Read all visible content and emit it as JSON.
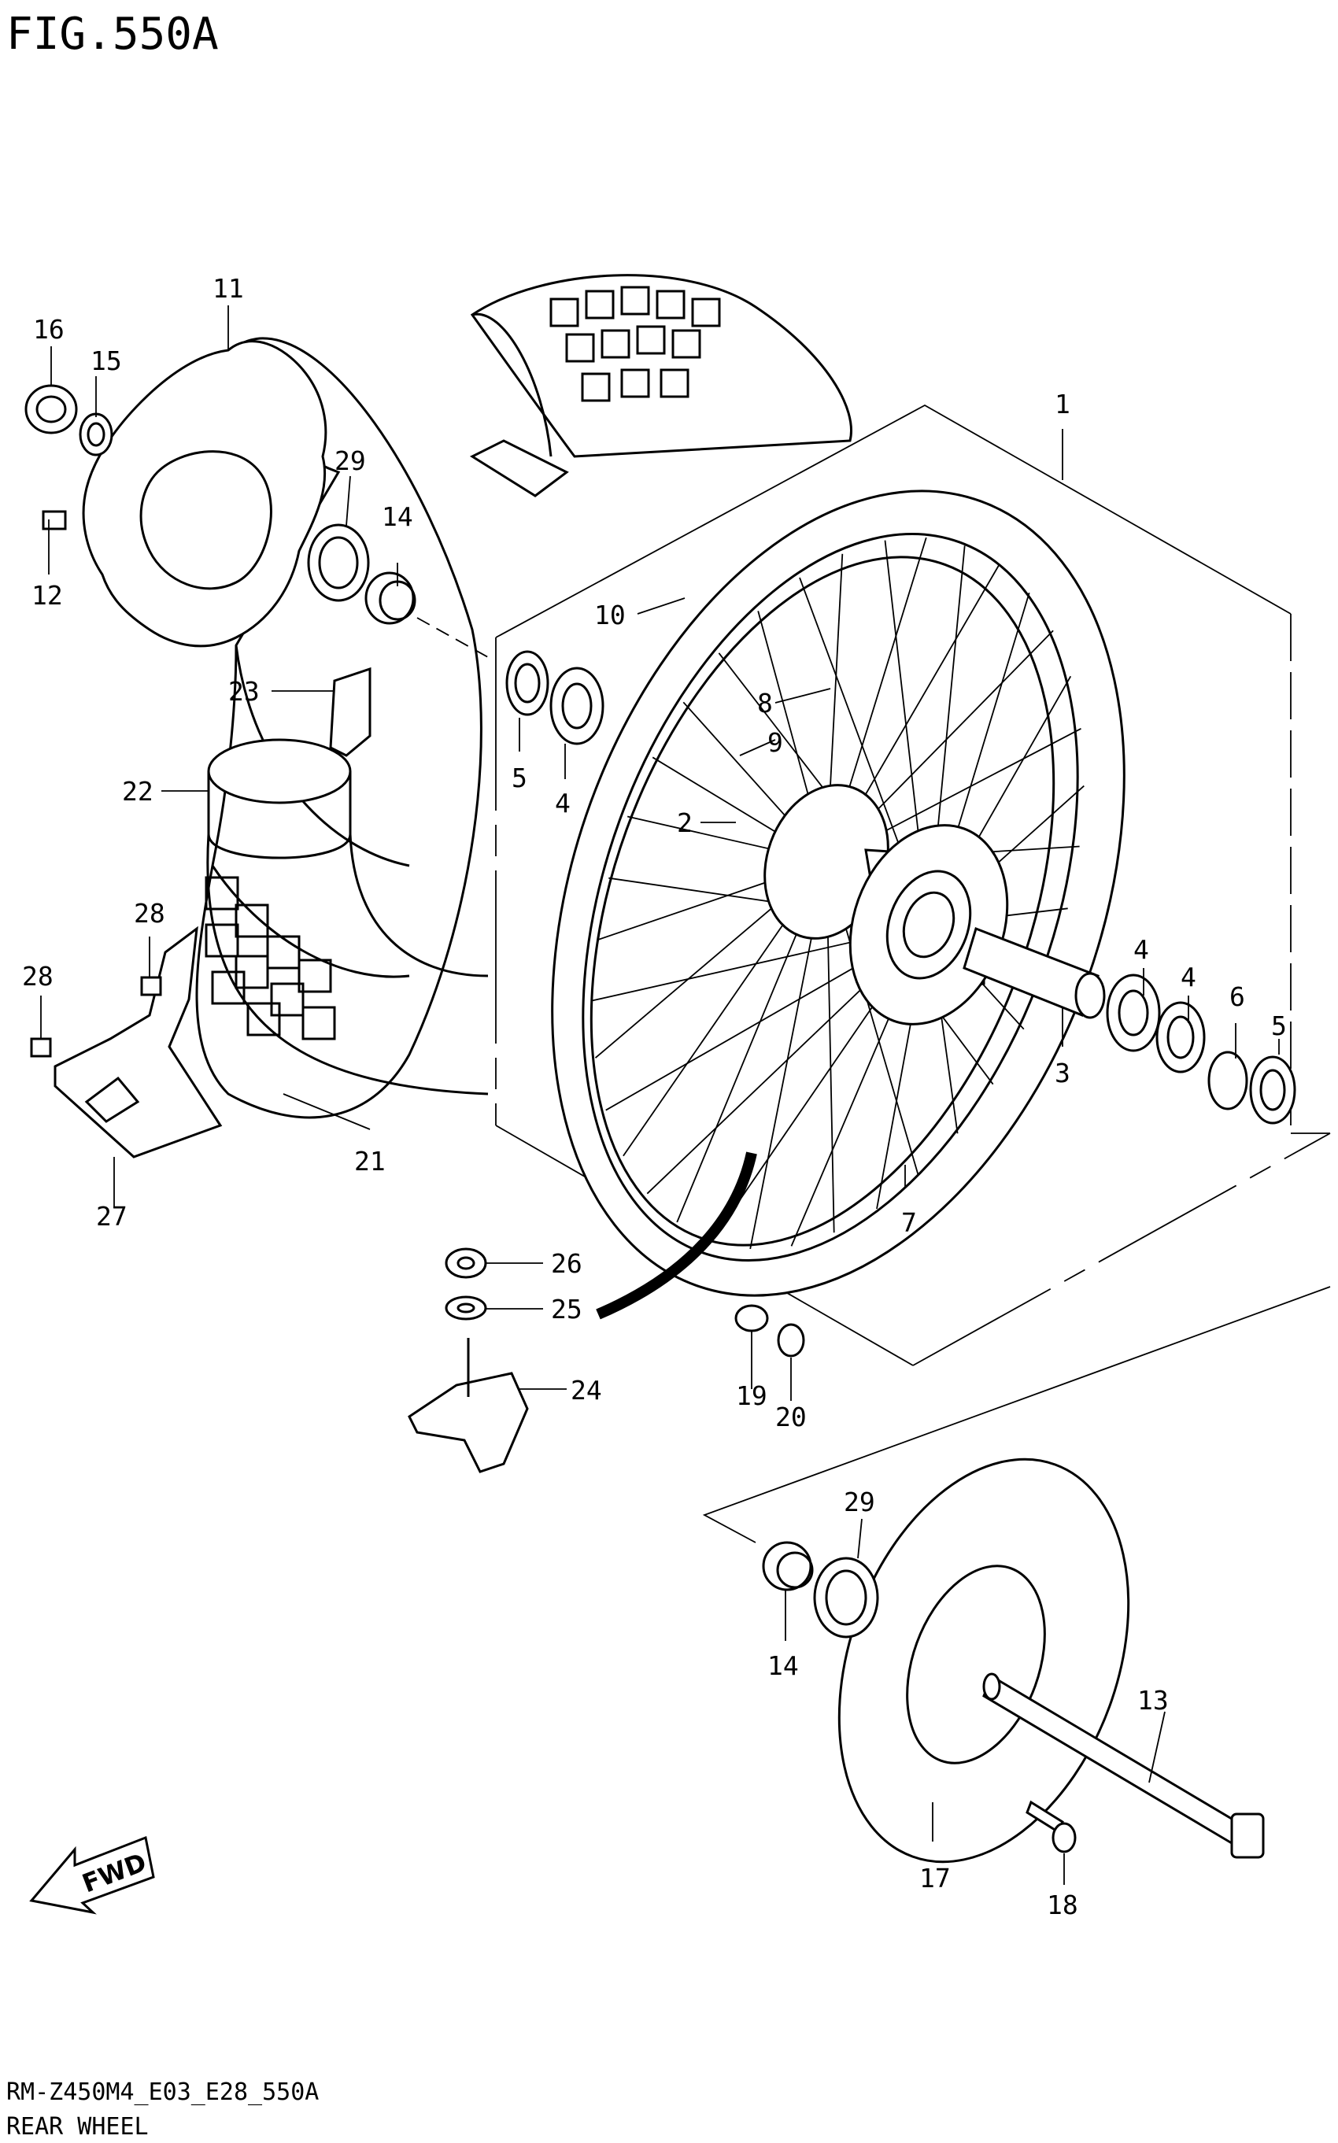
{
  "figure": {
    "title": "FIG.550A"
  },
  "footer": {
    "model_code": "RM-Z450M4_E03_E28_550A",
    "section": "REAR WHEEL"
  },
  "fwd_label": "FWD",
  "callouts": [
    {
      "id": "c1",
      "text": "1"
    },
    {
      "id": "c2",
      "text": "2"
    },
    {
      "id": "c3",
      "text": "3"
    },
    {
      "id": "c4a",
      "text": "4"
    },
    {
      "id": "c4b",
      "text": "4"
    },
    {
      "id": "c4c",
      "text": "4"
    },
    {
      "id": "c5a",
      "text": "5"
    },
    {
      "id": "c5b",
      "text": "5"
    },
    {
      "id": "c6",
      "text": "6"
    },
    {
      "id": "c7",
      "text": "7"
    },
    {
      "id": "c8",
      "text": "8"
    },
    {
      "id": "c9",
      "text": "9"
    },
    {
      "id": "c10",
      "text": "10"
    },
    {
      "id": "c11",
      "text": "11"
    },
    {
      "id": "c12",
      "text": "12"
    },
    {
      "id": "c13",
      "text": "13"
    },
    {
      "id": "c14a",
      "text": "14"
    },
    {
      "id": "c14b",
      "text": "14"
    },
    {
      "id": "c15",
      "text": "15"
    },
    {
      "id": "c16",
      "text": "16"
    },
    {
      "id": "c17",
      "text": "17"
    },
    {
      "id": "c18",
      "text": "18"
    },
    {
      "id": "c19",
      "text": "19"
    },
    {
      "id": "c20",
      "text": "20"
    },
    {
      "id": "c21",
      "text": "21"
    },
    {
      "id": "c22",
      "text": "22"
    },
    {
      "id": "c23",
      "text": "23"
    },
    {
      "id": "c24",
      "text": "24"
    },
    {
      "id": "c25",
      "text": "25"
    },
    {
      "id": "c26",
      "text": "26"
    },
    {
      "id": "c27",
      "text": "27"
    },
    {
      "id": "c28a",
      "text": "28"
    },
    {
      "id": "c28b",
      "text": "28"
    },
    {
      "id": "c29a",
      "text": "29"
    },
    {
      "id": "c29b",
      "text": "29"
    }
  ]
}
